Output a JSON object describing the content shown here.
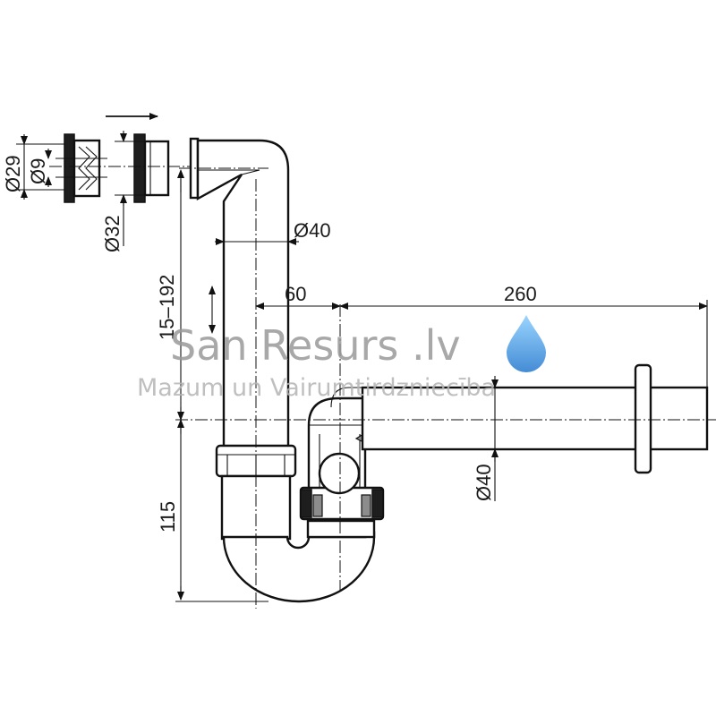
{
  "dimensions": {
    "ring_outer": "Ø29",
    "ring_inner": "Ø9",
    "adapter": "Ø32",
    "inlet_pipe": "Ø40",
    "height_range": "15–192",
    "offset": "60",
    "length": "260",
    "depth": "115",
    "outlet_pipe": "Ø40"
  },
  "watermark": {
    "title": "San Resurs .lv",
    "subtitle": "Mazum un Vairumtirdzniecība",
    "drop_color": "#5aa9e6"
  },
  "colors": {
    "line": "#111111",
    "background": "#ffffff"
  }
}
